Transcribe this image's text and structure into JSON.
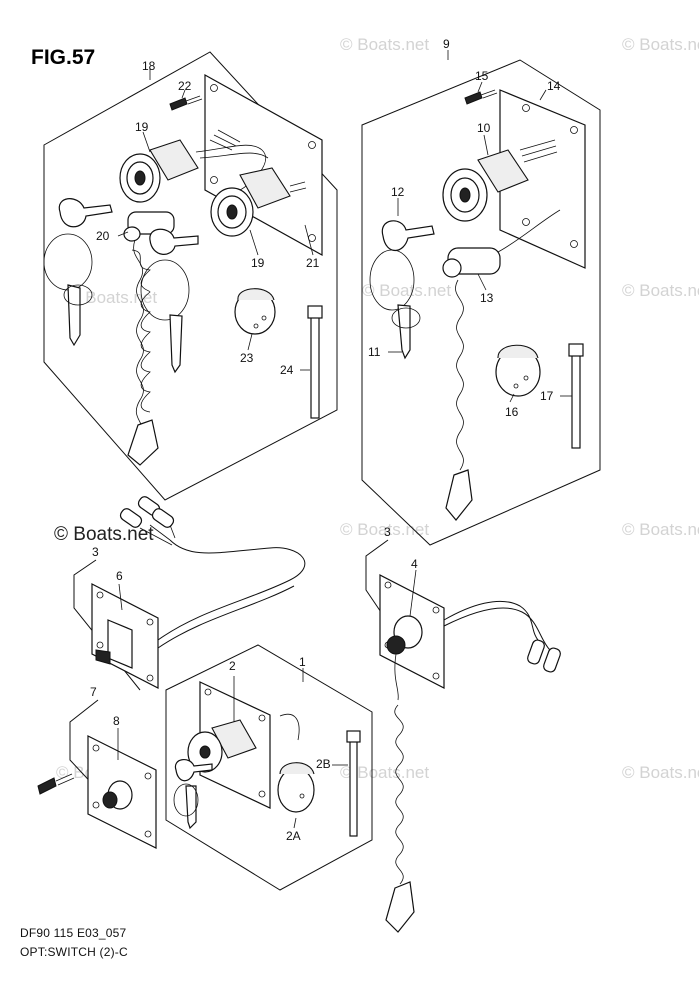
{
  "figure": {
    "title": "FIG.57",
    "footer_code": "DF90 115 E03_057",
    "footer_name": "OPT:SWITCH (2)-C"
  },
  "watermark": {
    "text": "© Boats.net"
  },
  "callouts": {
    "c1": "1",
    "c2": "2",
    "c2a": "2A",
    "c2b": "2B",
    "c3a": "3",
    "c3b": "3",
    "c4": "4",
    "c6": "6",
    "c7": "7",
    "c8": "8",
    "c9": "9",
    "c10": "10",
    "c11": "11",
    "c12": "12",
    "c13": "13",
    "c14": "14",
    "c15": "15",
    "c16": "16",
    "c17": "17",
    "c18": "18",
    "c19a": "19",
    "c19b": "19",
    "c20": "20",
    "c21": "21",
    "c22": "22",
    "c23": "23",
    "c24": "24"
  }
}
